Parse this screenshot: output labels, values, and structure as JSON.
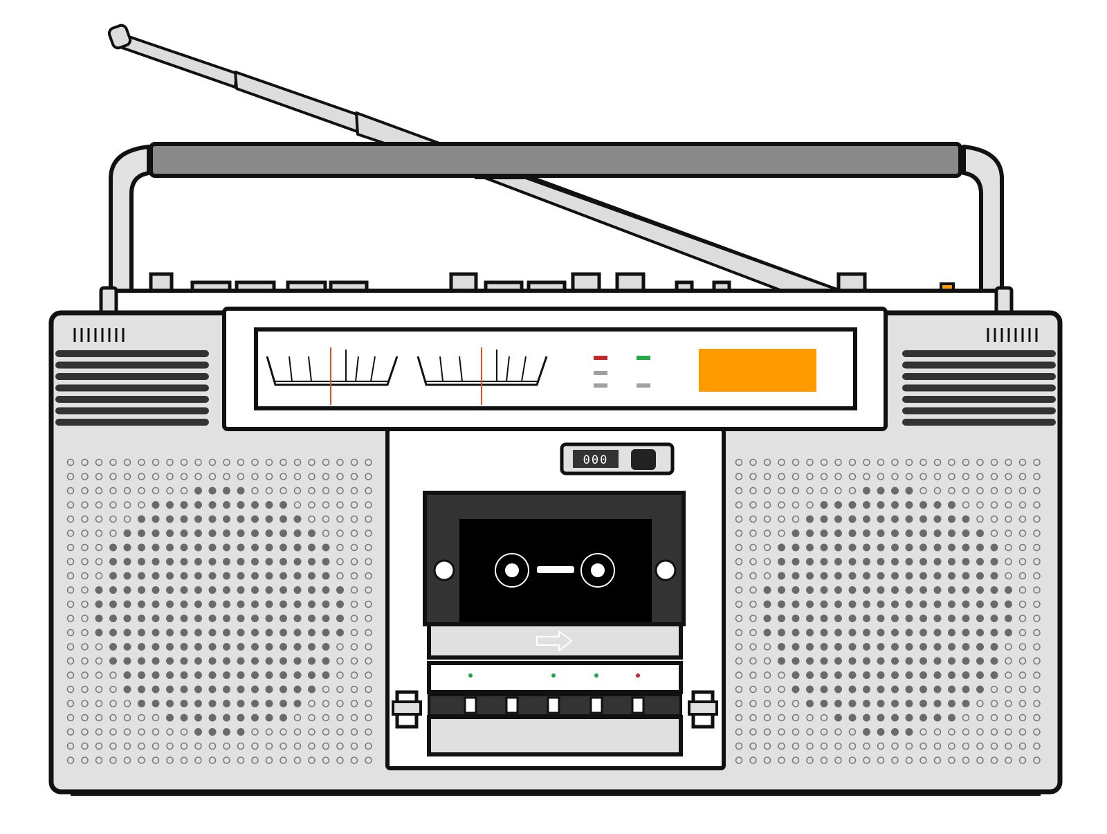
{
  "device": {
    "type": "boombox-radio-cassette",
    "colors": {
      "body": "#dfe0df",
      "outline": "#111111",
      "handle_grip": "#8a8a8a",
      "dark_panel": "#333333",
      "tape_window": "#000000",
      "tuner_display": "#ff9a00",
      "indicator_red": "#c1272d",
      "indicator_green": "#22aa44",
      "indicator_gray": "#a0a0a0",
      "needle": "#e8501b",
      "speaker_dot_outer": "#7a7a7a",
      "speaker_dot_inner": "#6a6a6a",
      "dot_green": "#22aa44",
      "dot_red": "#c1272d"
    }
  },
  "tape_counter": {
    "value": "000"
  },
  "icons": {
    "antenna": "antenna-icon",
    "handle": "carry-handle-icon",
    "vu_meter": "vu-meter-icon",
    "cassette": "cassette-icon",
    "arrow": "play-direction-arrow-icon"
  },
  "controls": {
    "transport_keys": 5,
    "top_buttons": 13,
    "indicator_dots": [
      "green",
      "green",
      "green",
      "red"
    ]
  }
}
